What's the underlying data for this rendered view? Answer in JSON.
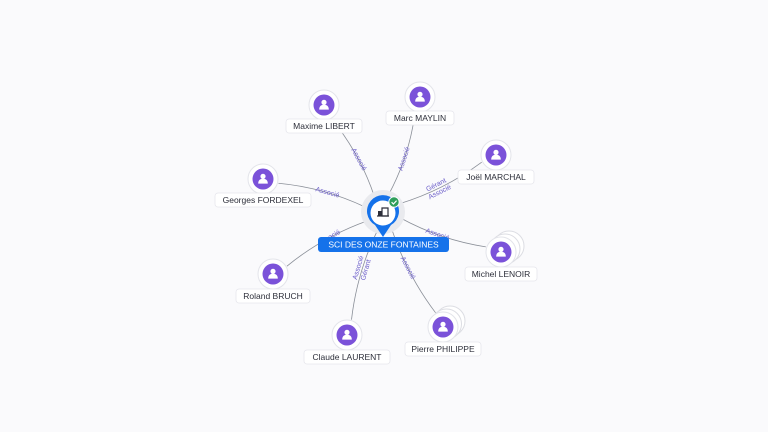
{
  "company": {
    "name": "SCI DES ONZE FONTAINES",
    "icon": "building-icon",
    "status_icon": "check-badge-icon",
    "colors": {
      "pin": "#1572ea",
      "status": "#2e9e5b",
      "person": "#7b52d9",
      "link_label": "#6a5cc9"
    }
  },
  "people": [
    {
      "name": "Maxime LIBERT",
      "roles": [
        "Associé"
      ]
    },
    {
      "name": "Marc MAYLIN",
      "roles": [
        "Associé"
      ]
    },
    {
      "name": "Joël MARCHAL",
      "roles": [
        "Gérant",
        "Associé"
      ]
    },
    {
      "name": "Georges FORDEXEL",
      "roles": [
        "Associé"
      ]
    },
    {
      "name": "Michel LENOIR",
      "roles": [
        "Associé"
      ]
    },
    {
      "name": "Roland BRUCH",
      "roles": [
        "Associé"
      ]
    },
    {
      "name": "Claude LAURENT",
      "roles": [
        "Gérant",
        "Associé"
      ]
    },
    {
      "name": "Pierre PHILIPPE",
      "roles": [
        "Associé"
      ]
    }
  ]
}
